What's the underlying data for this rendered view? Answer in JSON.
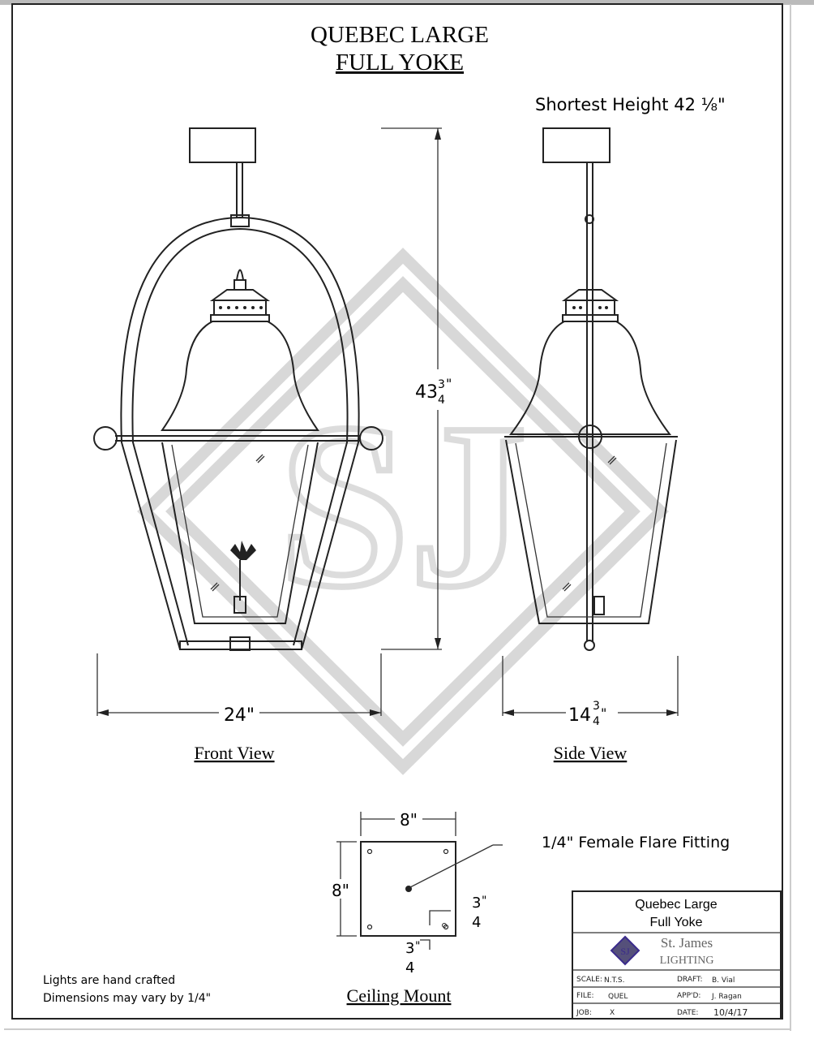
{
  "title": {
    "line1": "QUEBEC LARGE",
    "line2": "FULL YOKE"
  },
  "shortest_height": "Shortest  Height  42 ⅛\"",
  "dimensions": {
    "height": {
      "whole": "43",
      "num": "3",
      "den": "4",
      "unit": "\""
    },
    "front_width": "24\"",
    "side_width": {
      "whole": "14",
      "num": "3",
      "den": "4",
      "unit": "\""
    },
    "mount_width": "8\"",
    "mount_height": "8\"",
    "mount_offset_right": {
      "num": "3",
      "den": "4",
      "unit": "\""
    },
    "mount_offset_bottom": {
      "num": "3",
      "den": "4",
      "unit": "\""
    }
  },
  "views": {
    "front": "Front View",
    "side": "Side View",
    "mount": "Ceiling Mount"
  },
  "fitting_label": "1/4\"  Female  Flare  Fitting",
  "notes": [
    "Lights  are  hand  crafted",
    "Dimensions  may  vary  by  1/4\""
  ],
  "title_block": {
    "name1": "Quebec Large",
    "name2": "Full Yoke",
    "company1": "St. James",
    "company2": "LIGHTING",
    "logo_text": "SJ",
    "scale_label": "SCALE:",
    "scale": "N.T.S.",
    "draft_label": "DRAFT:",
    "draft": "B. Vial",
    "file_label": "FILE:",
    "file": "QUEL",
    "appd_label": "APP'D:",
    "appd": "J. Ragan",
    "job_label": "JOB:",
    "job": "X",
    "date_label": "DATE:",
    "date": "10/4/17"
  },
  "watermark_text": "SJ",
  "colors": {
    "logo": "#3a2a8c",
    "logo_fill": "#55507a",
    "company": "#666666"
  }
}
